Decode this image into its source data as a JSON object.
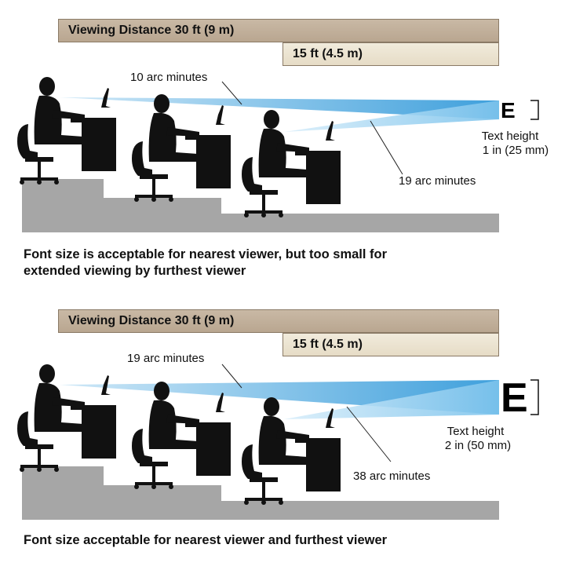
{
  "panels": [
    {
      "distance_far": "Viewing Distance 30 ft (9 m)",
      "distance_near": "15 ft (4.5 m)",
      "angle_far": "10 arc minutes",
      "angle_near": "19 arc minutes",
      "text_height_title": "Text height",
      "text_height_value": "1 in (25 mm)",
      "letter": "E",
      "caption_line1": "Font size is acceptable for nearest viewer, but too small for",
      "caption_line2": "extended viewing by furthest viewer"
    },
    {
      "distance_far": "Viewing Distance 30 ft (9 m)",
      "distance_near": "15 ft (4.5 m)",
      "angle_far": "19 arc minutes",
      "angle_near": "38 arc minutes",
      "text_height_title": "Text height",
      "text_height_value": "2 in (50 mm)",
      "letter": "E",
      "caption_line1": "Font size acceptable for nearest viewer and furthest viewer",
      "caption_line2": ""
    }
  ],
  "colors": {
    "beam": "#5aaee0",
    "step": "#a6a6a6",
    "silhouette": "#111111",
    "bar_far": "#c2b29d",
    "bar_near": "#ece4d2"
  }
}
